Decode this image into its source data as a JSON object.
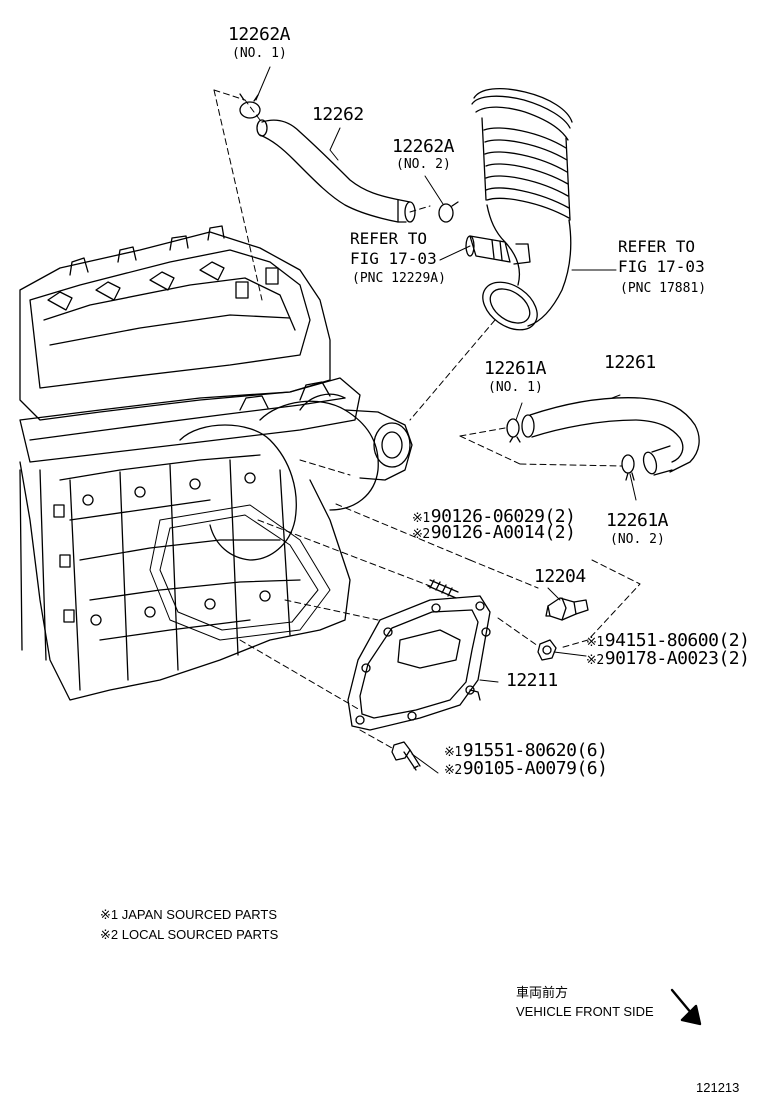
{
  "labels": {
    "p12262a_no1": "12262A",
    "p12262a_no1_sub": "(NO. 1)",
    "p12262": "12262",
    "p12262a_no2": "12262A",
    "p12262a_no2_sub": "(NO. 2)",
    "ref_left_1": "REFER TO",
    "ref_left_2": "FIG 17-03",
    "ref_left_3": "(PNC 12229A)",
    "ref_right_1": "REFER TO",
    "ref_right_2": "FIG 17-03",
    "ref_right_3": "(PNC 17881)",
    "p12261a_no1": "12261A",
    "p12261a_no1_sub": "(NO. 1)",
    "p12261": "12261",
    "p12261a_no2": "12261A",
    "p12261a_no2_sub": "(NO. 2)",
    "stud_1": "90126-06029(2)",
    "stud_2": "90126-A0014(2)",
    "p12204": "12204",
    "nut_1": "94151-80600(2)",
    "nut_2": "90178-A0023(2)",
    "p12211": "12211",
    "bolt_1": "91551-80620(6)",
    "bolt_2": "90105-A0079(6)",
    "mark_1": "※1",
    "mark_2": "※2"
  },
  "notes": {
    "japan": "※1 JAPAN SOURCED PARTS",
    "local": "※2 LOCAL SOURCED PARTS"
  },
  "orientation": {
    "jp": "車両前方",
    "en": "VEHICLE FRONT SIDE"
  },
  "figure_number": "121213",
  "colors": {
    "ink": "#000000",
    "paper": "#ffffff"
  }
}
